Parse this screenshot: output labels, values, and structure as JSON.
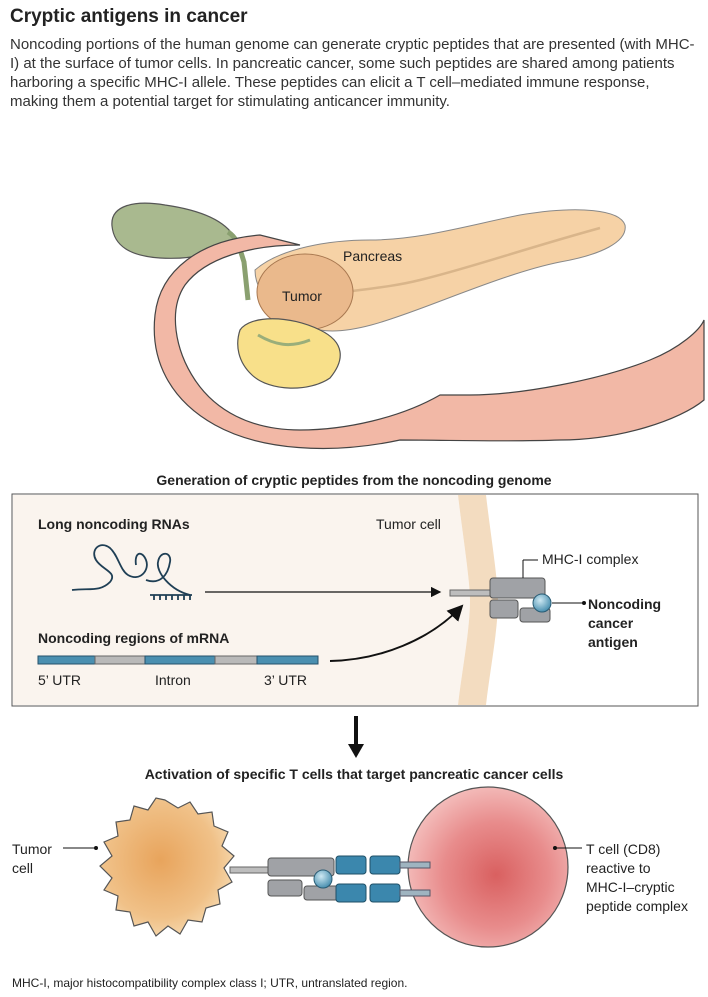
{
  "header": {
    "title": "Cryptic antigens in cancer",
    "intro": "Noncoding portions of the human genome can generate cryptic peptides that are presented (with MHC-I) at the surface of tumor cells. In pancreatic cancer, some such peptides are shared among patients harboring a specific MHC-I allele. These peptides can elicit a T cell–mediated immune response, making them a potential target for stimulating anticancer immunity."
  },
  "anatomy": {
    "pancreas_label": "Pancreas",
    "tumor_label": "Tumor"
  },
  "generation_panel": {
    "heading": "Generation of cryptic peptides from the noncoding genome",
    "lnc_rna_label": "Long noncoding RNAs",
    "tumor_cell_label": "Tumor cell",
    "mhc_label": "MHC-I complex",
    "antigen_label_line1": "Noncoding",
    "antigen_label_line2": "cancer",
    "antigen_label_line3": "antigen",
    "mrna_label": "Noncoding regions of mRNA",
    "utr5_label": "5’ UTR",
    "intron_label": "Intron",
    "utr3_label": "3’ UTR"
  },
  "activation_panel": {
    "heading": "Activation of specific T cells that target pancreatic cancer cells",
    "tumor_cell_line1": "Tumor",
    "tumor_cell_line2": "cell",
    "tcell_line1": "T cell (CD8)",
    "tcell_line2": "reactive to",
    "tcell_line3": "MHC-I–cryptic",
    "tcell_line4": "peptide complex"
  },
  "footnote": "MHC-I, major histocompatibility complex class I; UTR, untranslated region.",
  "colors": {
    "panel_bg": "#faf4ee",
    "membrane": "#f5dfc4",
    "mrna_blue": "#4a8fb0",
    "mhc_gray": "#a0a2a6",
    "tcr_blue": "#3b87ad",
    "tumor_orange": "#e8b070",
    "tcell_red": "#e58080"
  }
}
